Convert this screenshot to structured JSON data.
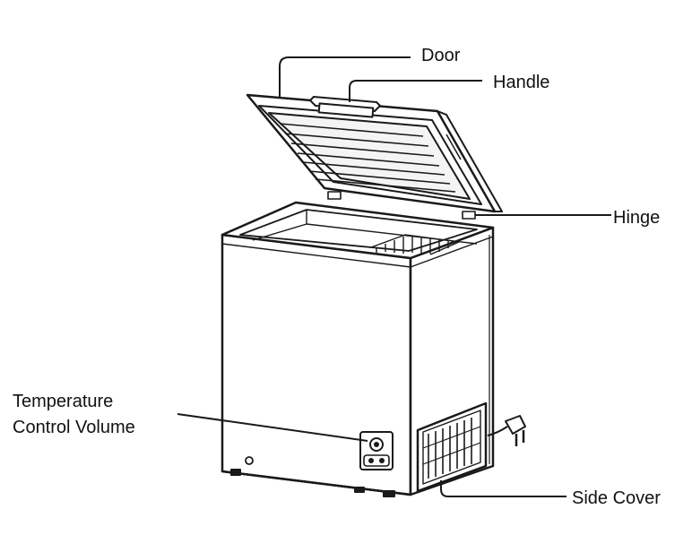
{
  "labels": {
    "door": "Door",
    "handle": "Handle",
    "hinge": "Hinge",
    "temperature_line1": "Temperature",
    "temperature_line2": "Control Volume",
    "side_cover": "Side Cover"
  },
  "colors": {
    "line": "#1a1a1a",
    "fill": "#ffffff",
    "shade": "#e6e6e6"
  }
}
